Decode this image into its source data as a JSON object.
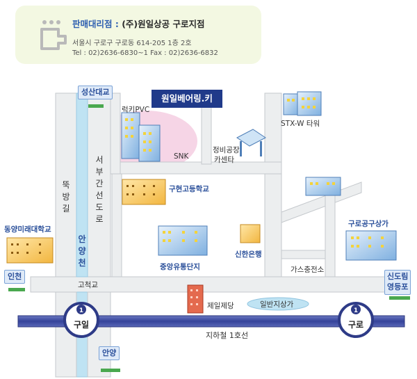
{
  "info": {
    "title_label": "판매대리점 :",
    "title_name": "(주)원일상공 구로지점",
    "address": "서울시 구로구 구로동 614-205 1층 2호",
    "phone": "Tel : 02)2636-6830~1 Fax : 02)2636-6832"
  },
  "company_label": "원일베어링.키",
  "colors": {
    "road": "#eceeef",
    "road_edge": "#c4c8cc",
    "river": "#bfe3f3",
    "subway": "#3c4a95",
    "highlight": "#f4cbe0",
    "label_blue": "#2a4f9a"
  },
  "places": {
    "lucky_pvc": "럭키PVC",
    "snk": "SNK",
    "repair_shop_1": "정비공장",
    "repair_shop_2": "카센타",
    "stx_tower": "STX-W 타워",
    "guhyeon_school": "구현고등학교",
    "shinhan_bank": "신한은행",
    "jungang_complex": "중앙유통단지",
    "gas_station": "가스충전소",
    "guro_mall": "구로공구상가",
    "dongyang_univ": "동양미래대학교",
    "ilban_underpass": "일반지상가",
    "steel_mill": "제일제당"
  },
  "roads": {
    "seobu_expressway": "서부간선도로",
    "dduk_bang": "뚝방길",
    "anyang_stream": "안양천",
    "gocheok_bridge": "고척교",
    "subway_line": "지하철 1호선"
  },
  "signs": {
    "seongsan_bridge": "성산대교",
    "incheon": "인천",
    "anyang": "안양",
    "sindorim_1": "신도림",
    "sindorim_2": "영등포"
  },
  "stations": [
    {
      "number": "1",
      "name": "구일"
    },
    {
      "number": "1",
      "name": "구로"
    }
  ]
}
